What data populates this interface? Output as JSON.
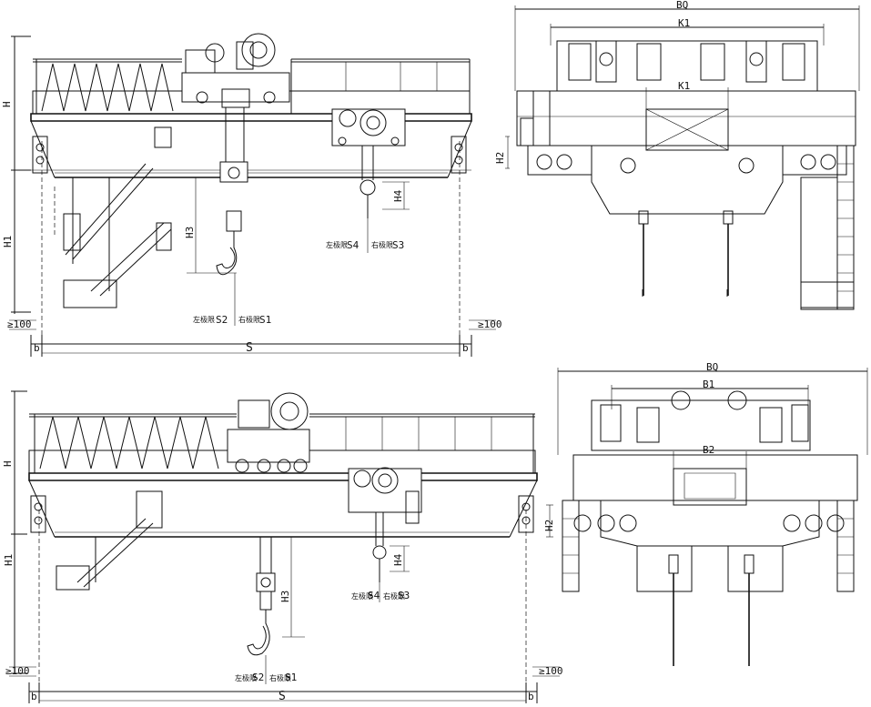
{
  "top_front": {
    "dim_h": "H",
    "dim_h1": "H1",
    "dim_h3": "H3",
    "dim_h4": "H4",
    "dim_s": "S",
    "dim_b_left": "b",
    "dim_b_right": "b",
    "clear_left": "≥100",
    "clear_right": "≥100",
    "main_hook_limits": {
      "left_text": "左极限",
      "left_code": "S2",
      "right_text": "右极限",
      "right_code": "S1"
    },
    "aux_hook_limits": {
      "left_text": "左极限",
      "left_code": "S4",
      "right_text": "右极限",
      "right_code": "S3"
    }
  },
  "top_side": {
    "dim_bq": "BQ",
    "dim_k1_upper": "K1",
    "dim_k1_lower": "K1",
    "dim_h2": "H2"
  },
  "bottom_front": {
    "dim_h": "H",
    "dim_h1": "H1",
    "dim_h3": "H3",
    "dim_h4": "H4",
    "dim_s": "S",
    "dim_b_left": "b",
    "dim_b_right": "b",
    "clear_left": "≥100",
    "clear_right": "≥100",
    "main_hook_limits": {
      "left_text": "左极限",
      "left_code": "S2",
      "right_text": "右极限",
      "right_code": "S1"
    },
    "aux_hook_limits": {
      "left_text": "左极限",
      "left_code": "S4",
      "right_text": "右极限",
      "right_code": "S3"
    }
  },
  "bottom_side": {
    "dim_bq": "BQ",
    "dim_b1": "B1",
    "dim_b2": "B2",
    "dim_h2": "H2"
  }
}
